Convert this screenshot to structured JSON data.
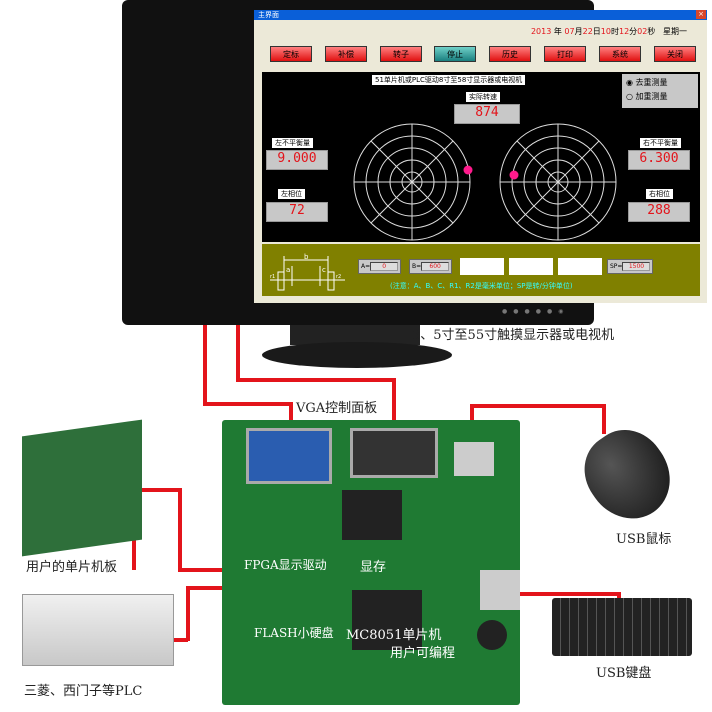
{
  "window": {
    "title": "主界面",
    "close": "×"
  },
  "date": {
    "year": "2013",
    "y": "年",
    "month": "07",
    "m": "月",
    "day": "22",
    "d": "日",
    "hour": "10",
    "h": "时",
    "min": "12",
    "mi": "分",
    "sec": "02",
    "s": "秒",
    "weekday": "星期一"
  },
  "buttons": [
    "定标",
    "补偿",
    "转子",
    "停止",
    "历史",
    "打印",
    "系统",
    "关闭"
  ],
  "panel": {
    "banner": "51单片机或PLC驱动8寸至58寸显示器或电视机",
    "speed_label": "实际转速",
    "speed": "874",
    "left_unbalance_label": "左不平衡量",
    "left_unbalance": "9.000",
    "left_phase_label": "左相位",
    "left_phase": "72",
    "right_unbalance_label": "右不平衡量",
    "right_unbalance": "6.300",
    "right_phase_label": "右相位",
    "right_phase": "288",
    "radio1": "去重测量",
    "radio2": "加重测量"
  },
  "params": {
    "a_label": "A=",
    "a": "0",
    "b_label": "B=",
    "b": "600",
    "sp_label": "SP=",
    "sp": "1500",
    "note": "(注意：A、B、C、R1、R2是毫米单位；SP是转/分钟单位)",
    "diagram_b": "b",
    "diagram_a": "a",
    "diagram_c": "c",
    "r1": "r1",
    "r2": "r2"
  },
  "captions": {
    "monitor": "3、5寸至55寸触摸显示器或电视机",
    "vga": "VGA控制面板",
    "mouse": "USB鼠标",
    "keyboard": "USB键盘",
    "mcu_board": "用户的单片机板",
    "plc": "三菱、西门子等PLC",
    "fpga": "FPGA显示驱动",
    "vram": "显存",
    "flash": "FLASH小硬盘",
    "mcu": "MC8051单片机",
    "programmable": "用户可编程"
  }
}
